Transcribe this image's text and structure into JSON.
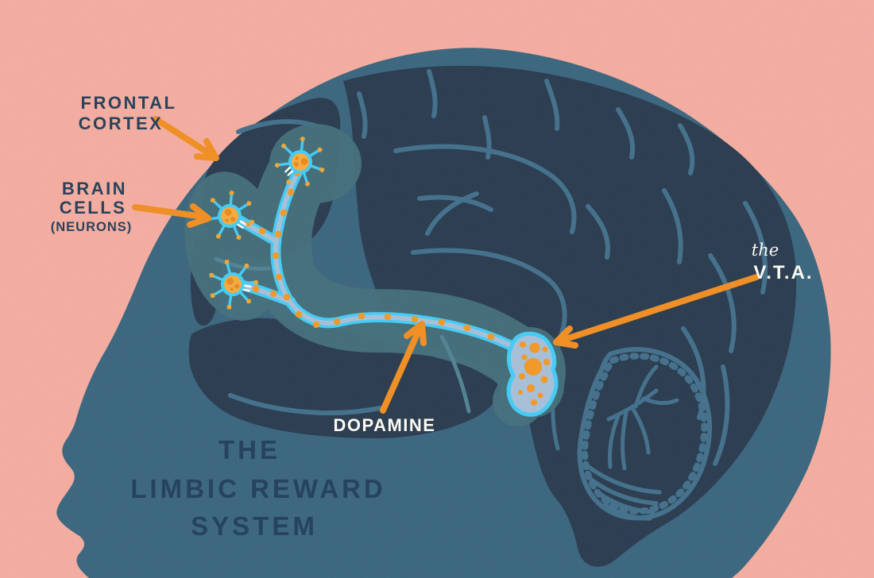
{
  "title": {
    "line1": "THE",
    "line2": "LIMBIC REWARD",
    "line3": "SYSTEM"
  },
  "labels": {
    "frontal_cortex_line1": "FRONTAL",
    "frontal_cortex_line2": "CORTEX",
    "brain_cells_line1": "BRAIN",
    "brain_cells_line2": "CELLS",
    "brain_cells_line3": "(NEURONS)",
    "dopamine": "DOPAMINE",
    "vta_prefix": "the",
    "vta_text": "V.T.A."
  },
  "palette": {
    "background_pink": "#f2a99c",
    "head_teal": "#34617a",
    "brain_navy": "#24364a",
    "fold_blue": "#3d6b87",
    "pathway_glow_teal": "#3f6b77",
    "pathway_cyan": "#3ec9f4",
    "pathway_inner_blue": "#a3bcd5",
    "dopamine_orange": "#f0941f",
    "arrow_orange": "#ee8a1d",
    "neuron_soma_orange": "#f2a839",
    "label_navy": "#1d3a55",
    "label_white": "#fbf9f1"
  }
}
